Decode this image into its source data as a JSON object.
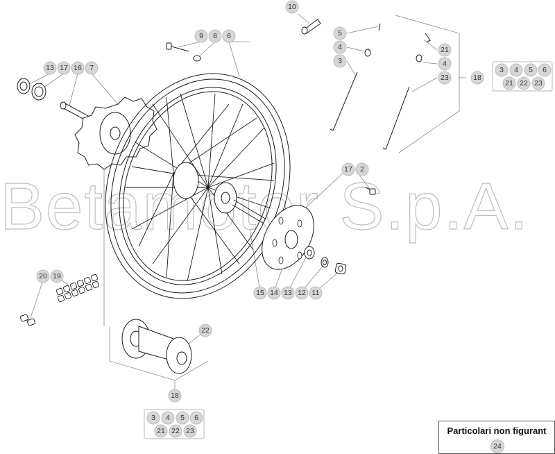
{
  "watermark": "Betamotor S.p.A.",
  "callouts": {
    "c10": "10",
    "c9": "9",
    "c8": "8",
    "c6": "6",
    "c13a": "13",
    "c17a": "17",
    "c16": "16",
    "c7": "7",
    "c5": "5",
    "c4a": "4",
    "c3": "3",
    "c21": "21",
    "c4b": "4",
    "c23": "23",
    "c18a": "18",
    "c17b": "17",
    "c2": "2",
    "c15": "15",
    "c14": "14",
    "c13b": "13",
    "c12": "12",
    "c11": "11",
    "c20": "20",
    "c19": "19",
    "c22": "22",
    "c18b": "18"
  },
  "group_right": [
    "3",
    "4",
    "5",
    "6",
    "21",
    "22",
    "23"
  ],
  "group_bottom": [
    "3",
    "4",
    "5",
    "6",
    "21",
    "22",
    "23"
  ],
  "legend": {
    "title": "Particolari non figurant",
    "item": "24"
  }
}
